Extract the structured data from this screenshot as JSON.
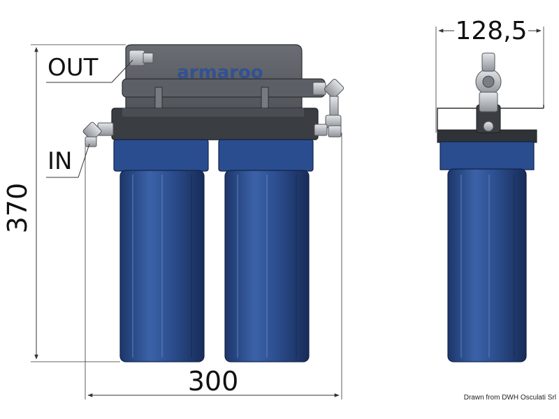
{
  "front_view": {
    "label_out": "OUT",
    "label_in": "IN",
    "dim_height": "370",
    "dim_width": "300",
    "logo_text": "armaroo"
  },
  "side_view": {
    "dim_depth": "128,5"
  },
  "credit": "Drawn from DWH Osculati Srl",
  "colors": {
    "housing": "#2a4d8f",
    "housing_dark": "#1b3366",
    "bracket": "#55585d",
    "cap": "#3a3d42",
    "fittings": "#b9bdc2",
    "dimension_lines": "#333333"
  }
}
